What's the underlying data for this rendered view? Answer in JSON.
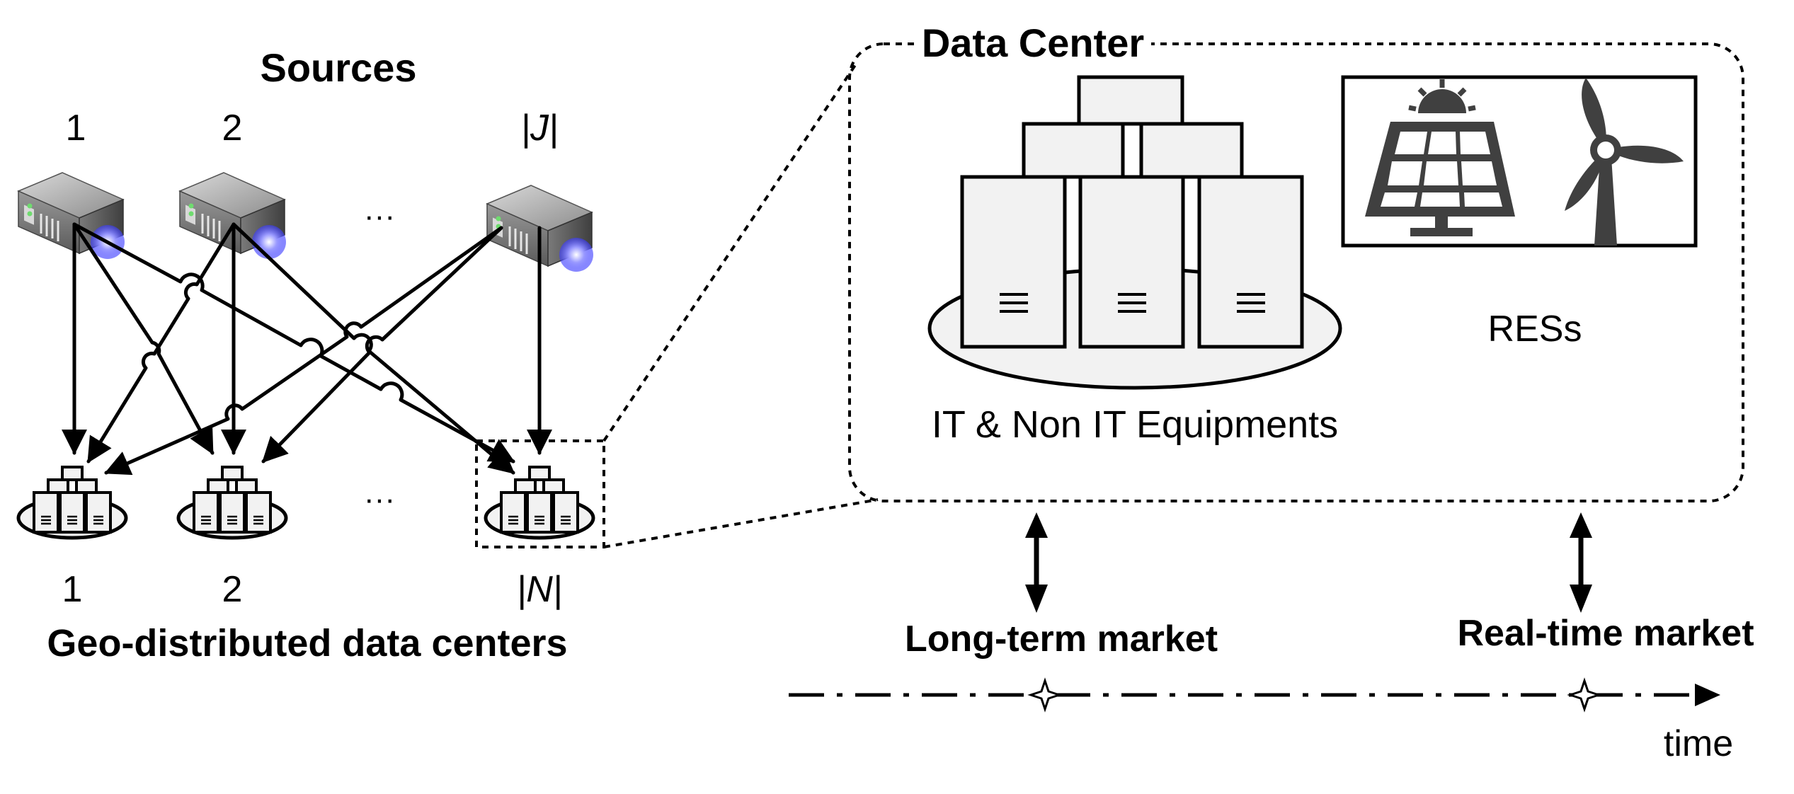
{
  "sources": {
    "title": "Sources",
    "labels": [
      "1",
      "2",
      "|J|"
    ],
    "ellipsis": "···"
  },
  "datacenters": {
    "title": "Geo-distributed data centers",
    "labels": [
      "1",
      "2",
      "|N|"
    ],
    "ellipsis": "···"
  },
  "detail": {
    "title": "Data Center",
    "equipment_label": "IT & Non IT Equipments",
    "res_label": "RESs"
  },
  "markets": {
    "long_term": "Long-term market",
    "real_time": "Real-time market",
    "time_label": "time"
  },
  "colors": {
    "line": "#000000",
    "fill_light": "#f2f2f2",
    "res_icon": "#404040",
    "ellipsis": "#1f4e79",
    "server_glow": "#6666ff"
  }
}
